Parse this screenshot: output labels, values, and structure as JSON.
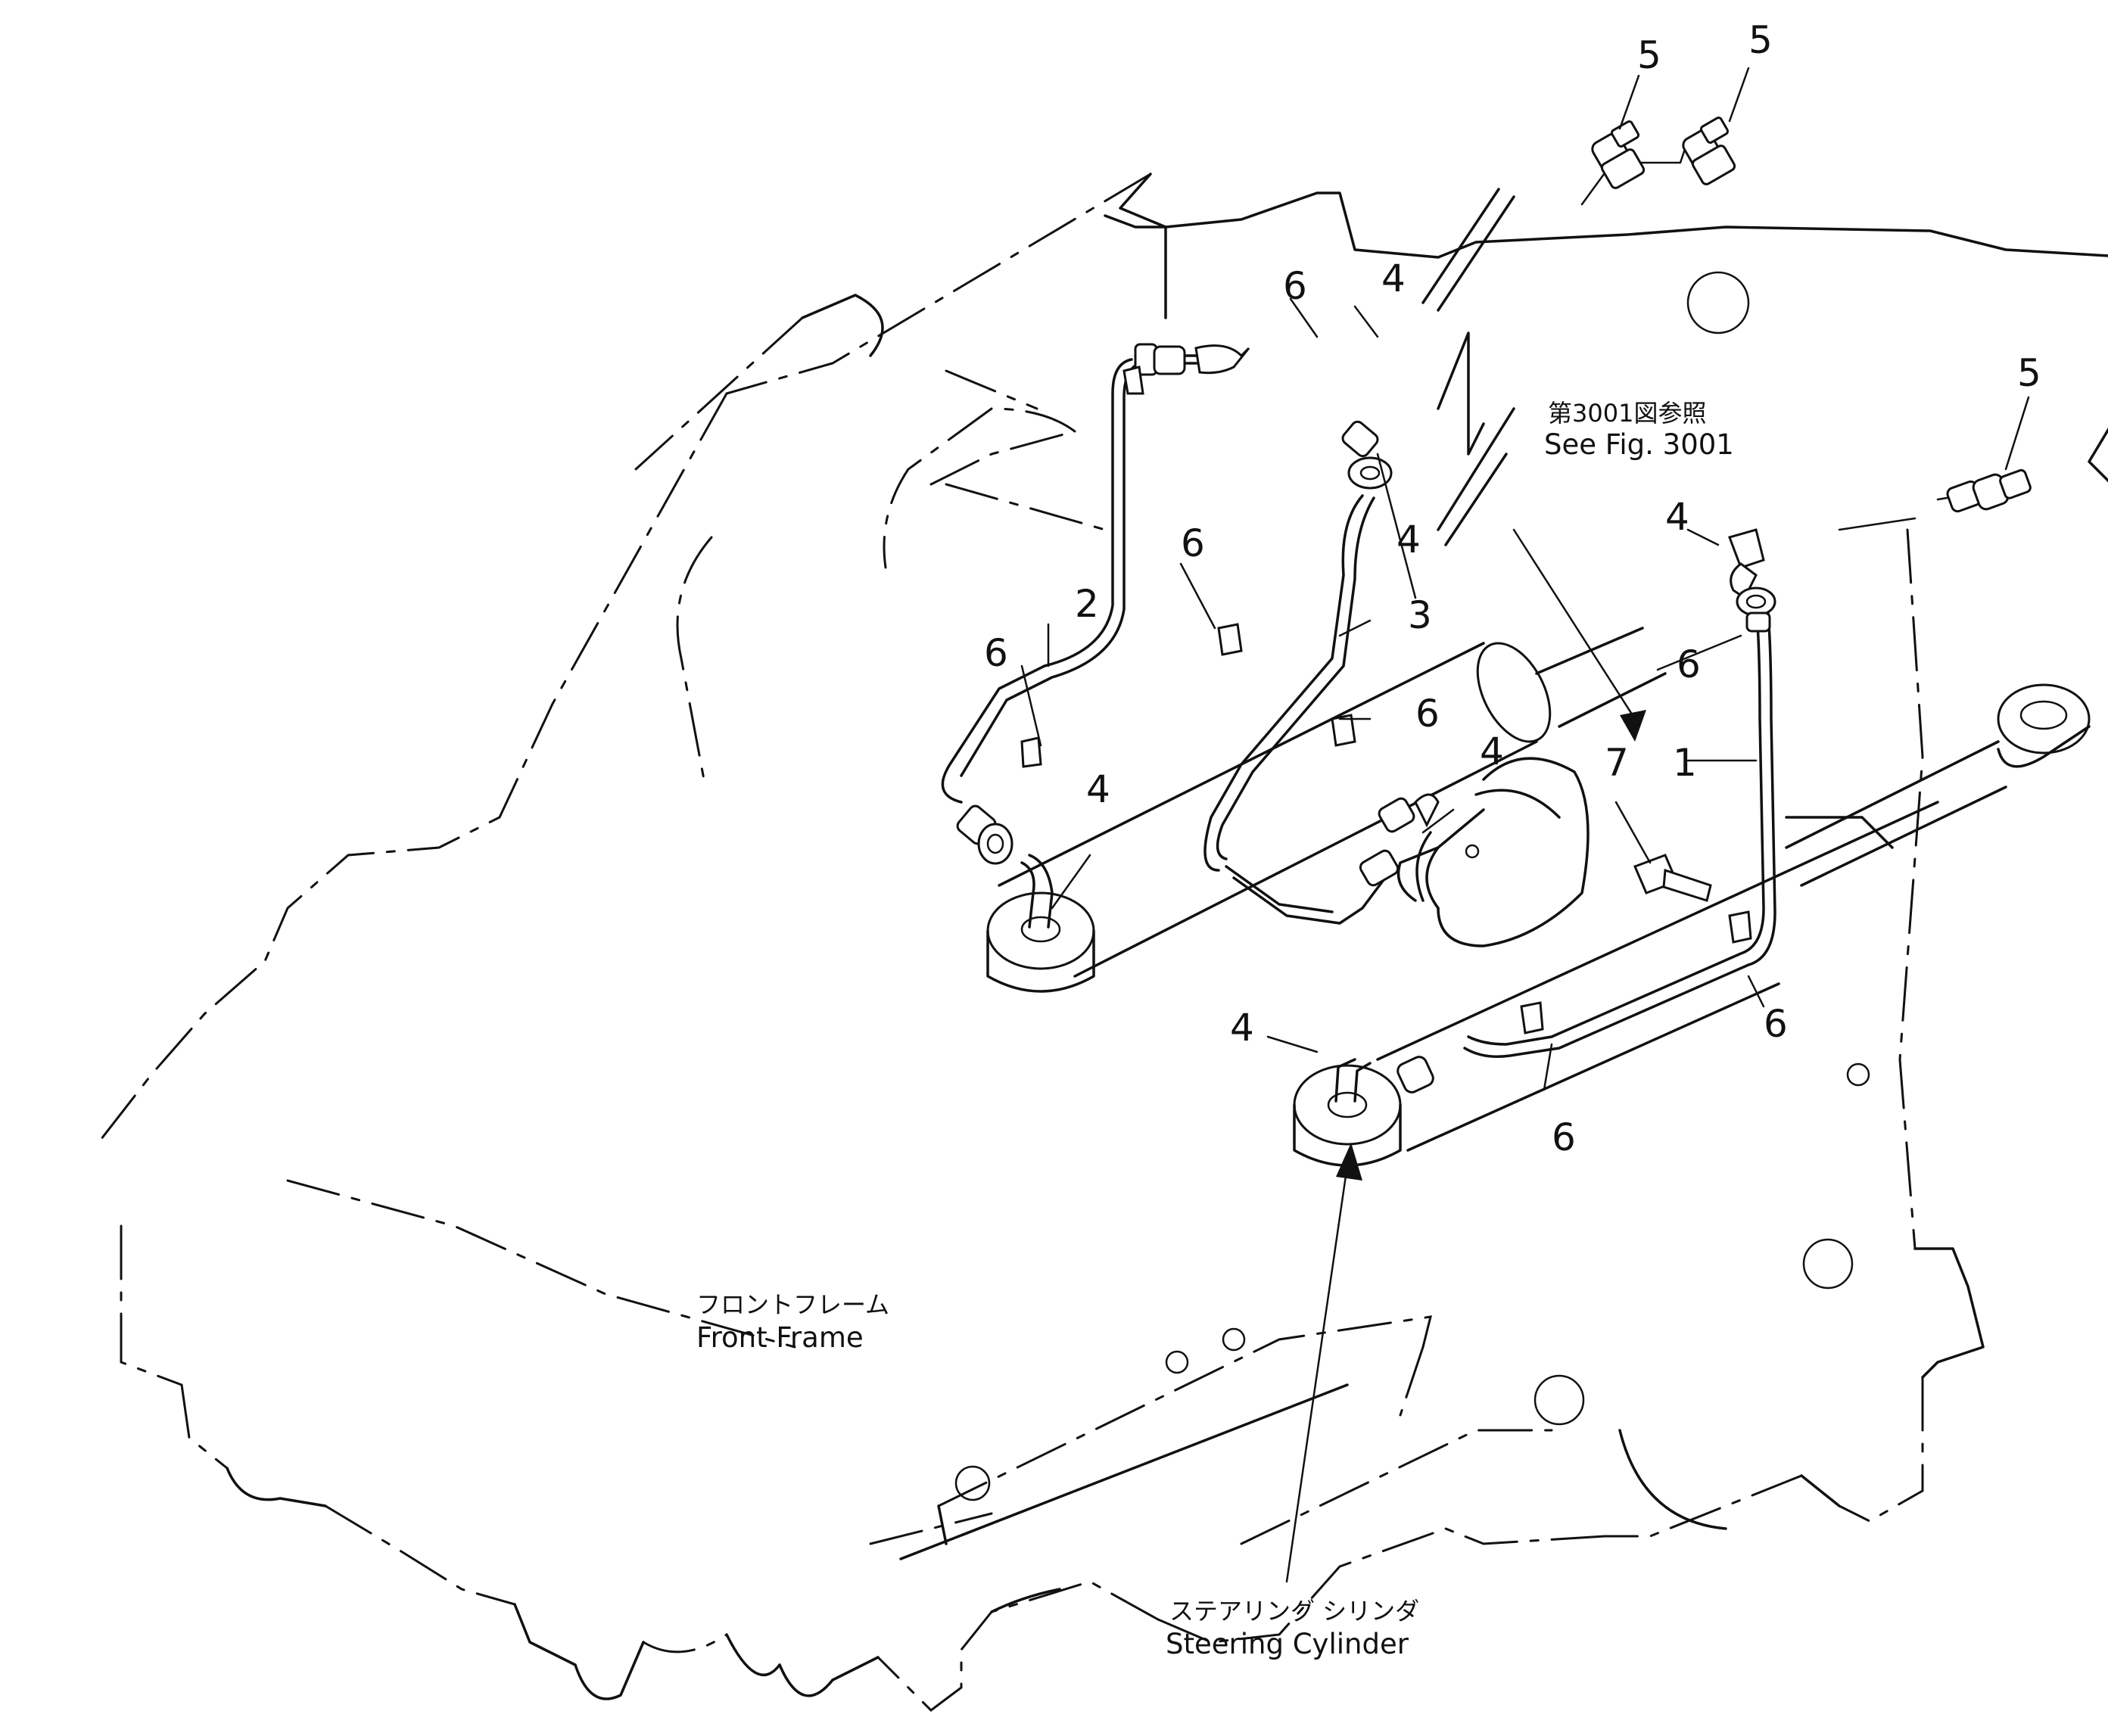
{
  "labels": {
    "see_fig_jp": "第3001図参照",
    "see_fig_en": "See Fig. 3001",
    "front_frame_jp": "フロントフレーム",
    "front_frame_en": "Front Frame",
    "steering_cyl_jp": "ステアリング シリンダ",
    "steering_cyl_en": "Steering Cylinder"
  },
  "callouts": {
    "n1": "1",
    "n2": "2",
    "n3": "3",
    "n4": "4",
    "n5": "5",
    "n6": "6",
    "n7": "7"
  }
}
